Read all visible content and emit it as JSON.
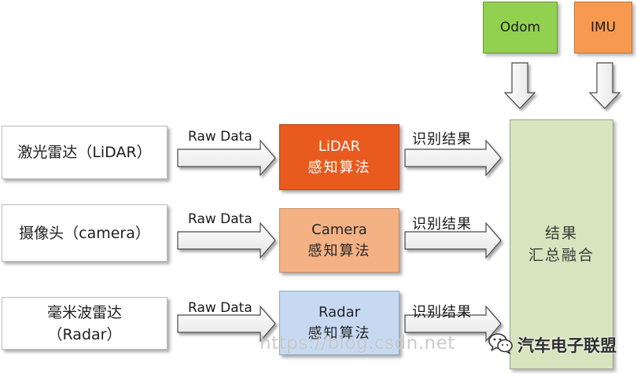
{
  "rows": [
    {
      "sensor_lines": [
        "激光雷达（LiDAR）"
      ],
      "input_label": "Raw Data",
      "algorithm": {
        "name": "LiDAR",
        "subtitle": "感知算法",
        "color": "#E95A1E",
        "text_color": "#FFFFFF"
      },
      "output_label": "识别结果"
    },
    {
      "sensor_lines": [
        "摄像头（camera）"
      ],
      "input_label": "Raw Data",
      "algorithm": {
        "name": "Camera",
        "subtitle": "感知算法",
        "color": "#F4B183",
        "text_color": "#262626"
      },
      "output_label": "识别结果"
    },
    {
      "sensor_lines": [
        "毫米波雷达",
        "（Radar）"
      ],
      "input_label": "Raw Data",
      "algorithm": {
        "name": "Radar",
        "subtitle": "感知算法",
        "color": "#C6D9F1",
        "text_color": "#262626"
      },
      "output_label": "识别结果"
    }
  ],
  "fusion": {
    "lines": [
      "结果",
      "汇总融合"
    ],
    "color": "#D8E4BD"
  },
  "odom": {
    "label": "Odom",
    "color": "#92D050"
  },
  "imu": {
    "label": "IMU",
    "color": "#F79A50"
  },
  "watermark": {
    "url": "https://blog.csdn.net",
    "brand": "汽车电子联盟",
    "icon": "wechat-icon"
  }
}
